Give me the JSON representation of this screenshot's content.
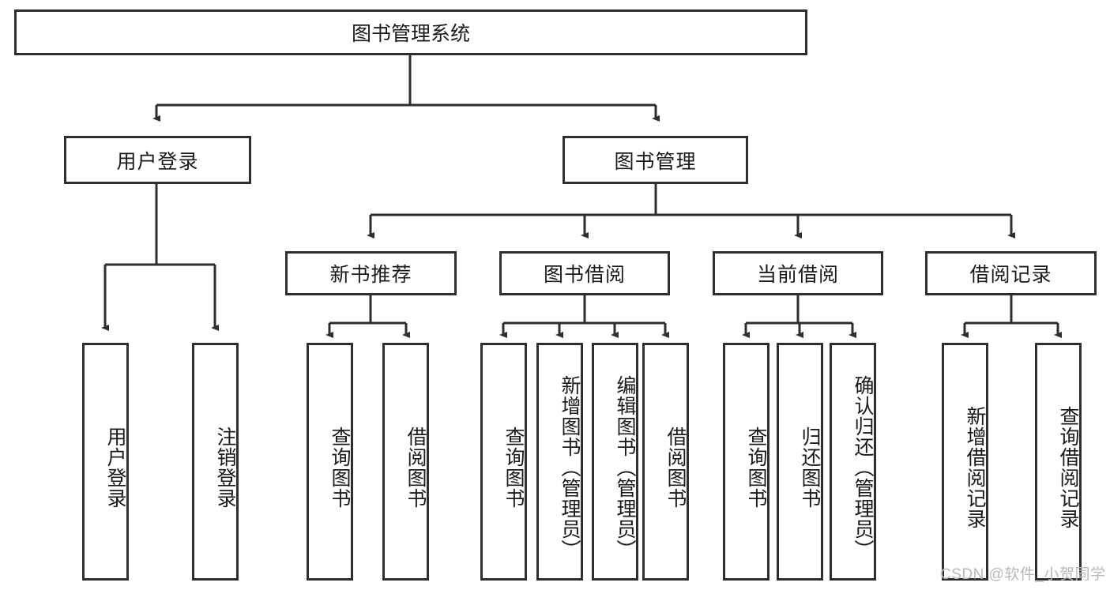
{
  "diagram": {
    "title_node": {
      "label": "图书管理系统"
    },
    "level2": [
      {
        "id": "user-login",
        "label": "用户登录"
      },
      {
        "id": "book-management",
        "label": "图书管理"
      }
    ],
    "level3": [
      {
        "id": "new-book-recommend",
        "label": "新书推荐"
      },
      {
        "id": "book-borrow",
        "label": "图书借阅"
      },
      {
        "id": "current-borrow",
        "label": "当前借阅"
      },
      {
        "id": "borrow-record",
        "label": "借阅记录"
      }
    ],
    "leaves": {
      "user_login": [
        {
          "id": "leaf-user-login",
          "label": "用户登录"
        },
        {
          "id": "leaf-logout-login",
          "label": "注销登录"
        }
      ],
      "new_book_recommend": [
        {
          "id": "leaf-query-book-1",
          "label": "查询图书"
        },
        {
          "id": "leaf-borrow-book-1",
          "label": "借阅图书"
        }
      ],
      "book_borrow": [
        {
          "id": "leaf-query-book-2",
          "label": "查询图书"
        },
        {
          "id": "leaf-add-book-admin",
          "label": "新增图书（管理员）"
        },
        {
          "id": "leaf-edit-book-admin",
          "label": "编辑图书（管理员）"
        },
        {
          "id": "leaf-borrow-book-2",
          "label": "借阅图书"
        }
      ],
      "current_borrow": [
        {
          "id": "leaf-query-book-3",
          "label": "查询图书"
        },
        {
          "id": "leaf-return-book",
          "label": "归还图书"
        },
        {
          "id": "leaf-confirm-return-admin",
          "label": "确认归还（管理员）"
        }
      ],
      "borrow_record": [
        {
          "id": "leaf-add-borrow-record",
          "label": "新增借阅记录"
        },
        {
          "id": "leaf-query-borrow-record",
          "label": "查询借阅记录"
        }
      ]
    }
  },
  "watermark": {
    "text": "CSDN @软件_小贺同学"
  },
  "colors": {
    "stroke": "#2e2e2e",
    "background": "#ffffff",
    "text": "#1a1a1a",
    "watermark": "#b9b9b9"
  }
}
